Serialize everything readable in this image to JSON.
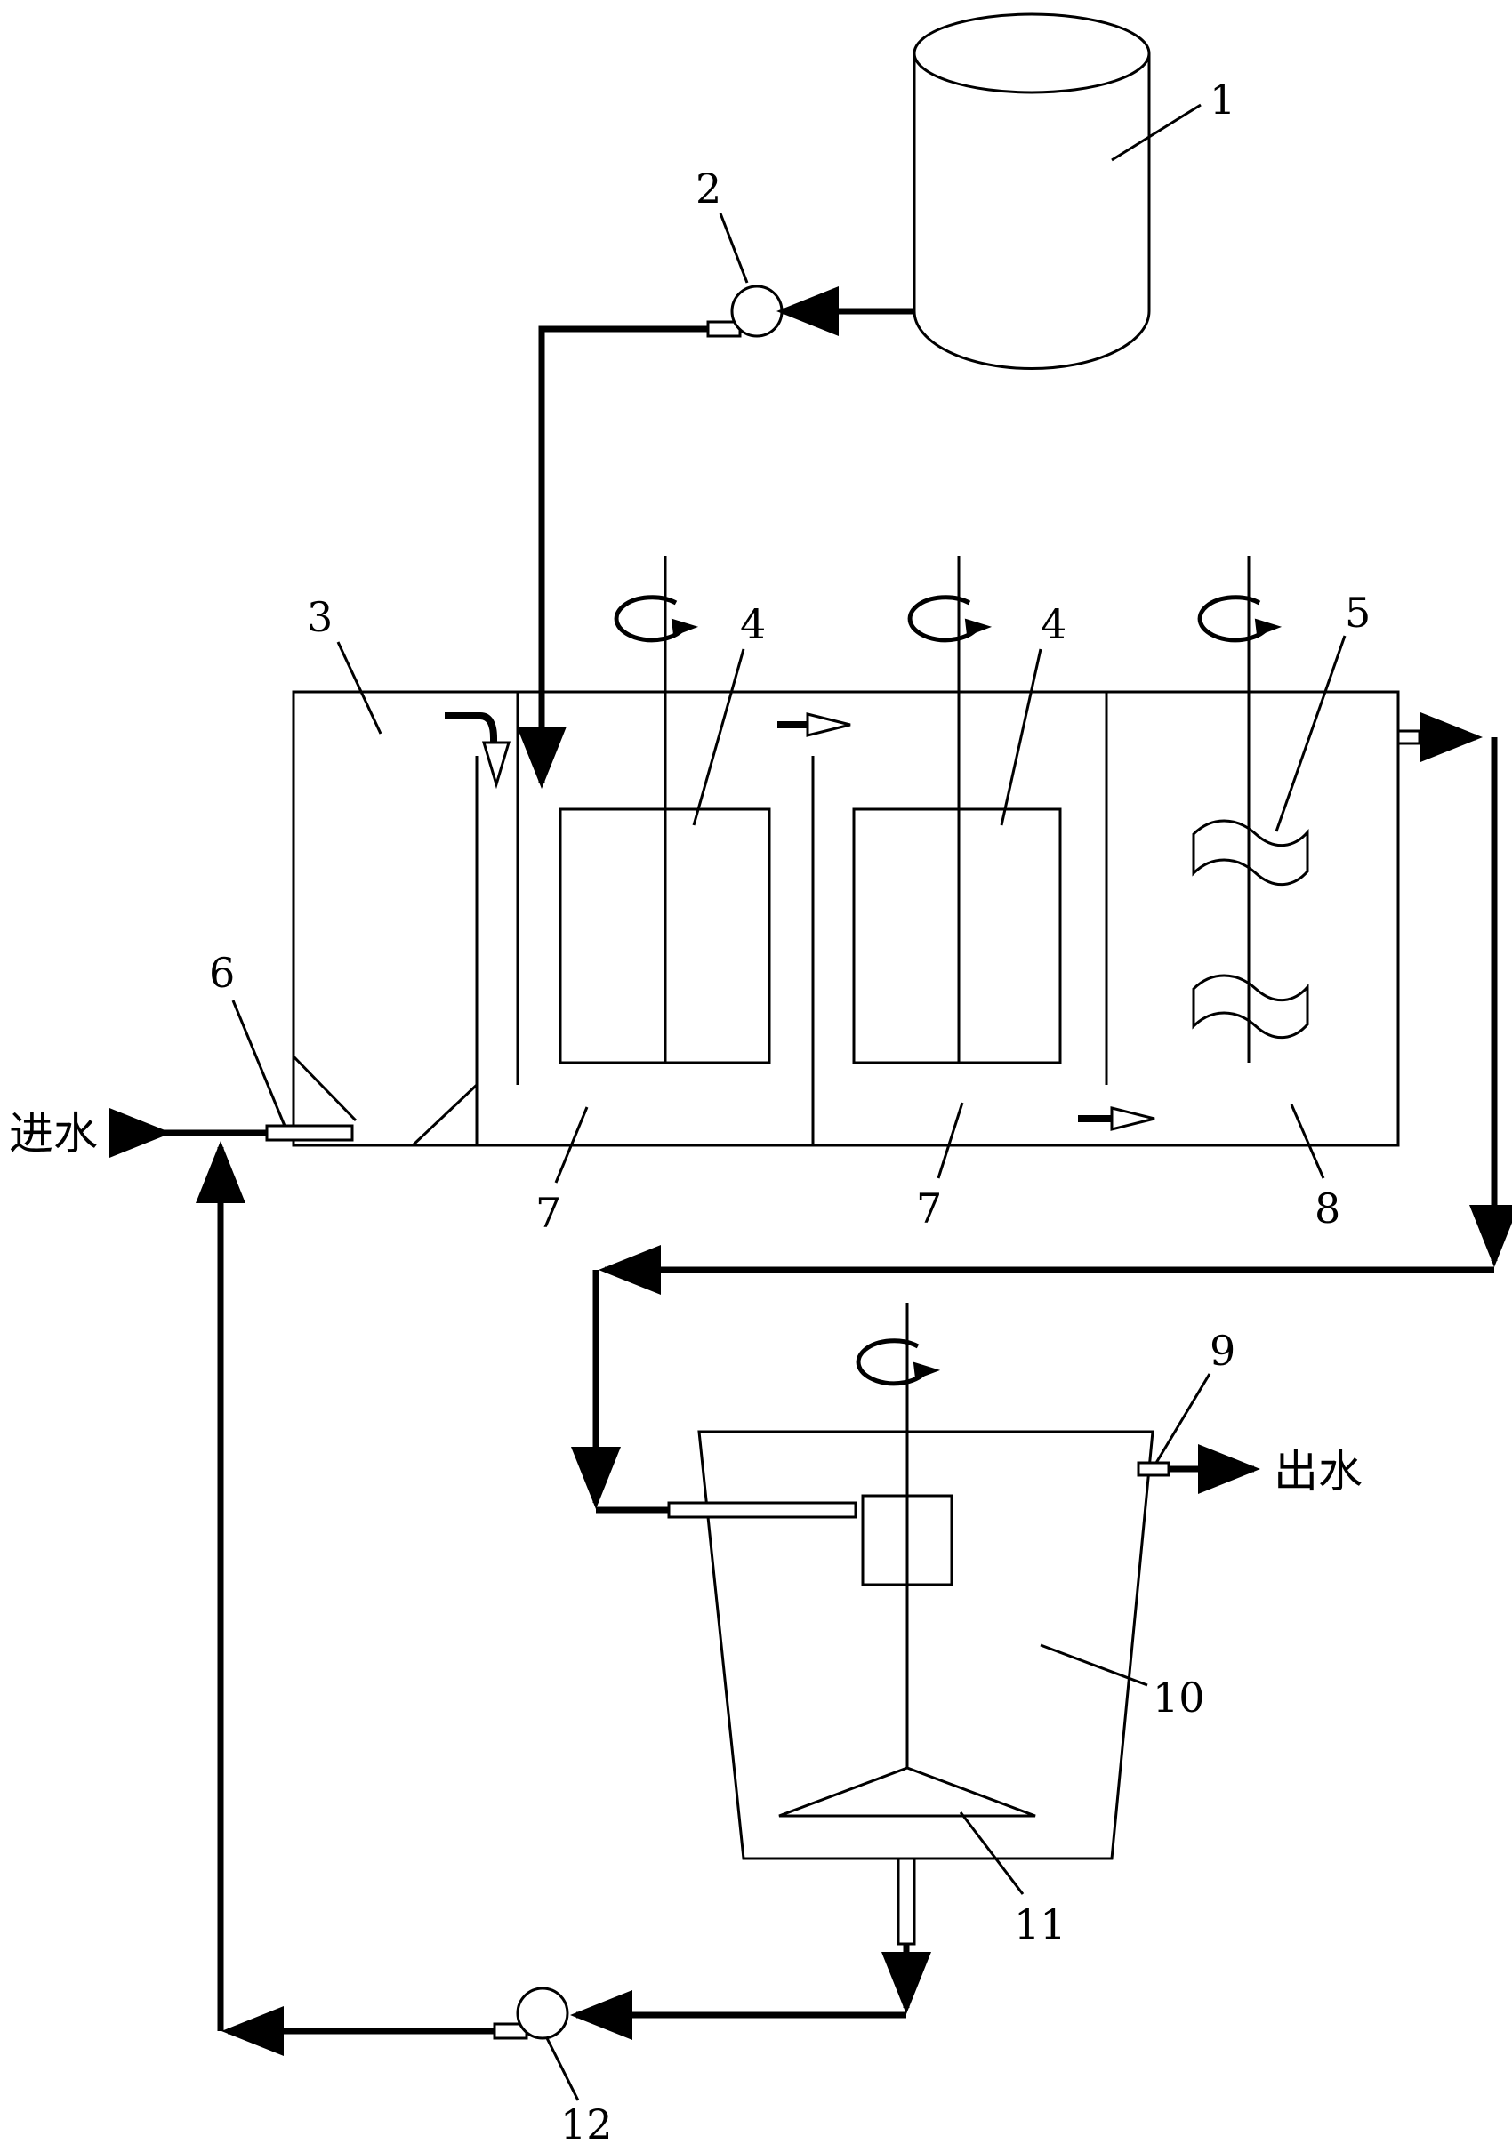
{
  "labels": {
    "n1": "1",
    "n2": "2",
    "n3": "3",
    "n4a": "4",
    "n4b": "4",
    "n5": "5",
    "n6": "6",
    "n7a": "7",
    "n7b": "7",
    "n8": "8",
    "n9": "9",
    "n10": "10",
    "n11": "11",
    "n12": "12"
  },
  "flow": {
    "inlet": "进水",
    "outlet": "出水"
  },
  "colors": {
    "line": "#000000",
    "background": "#ffffff"
  }
}
